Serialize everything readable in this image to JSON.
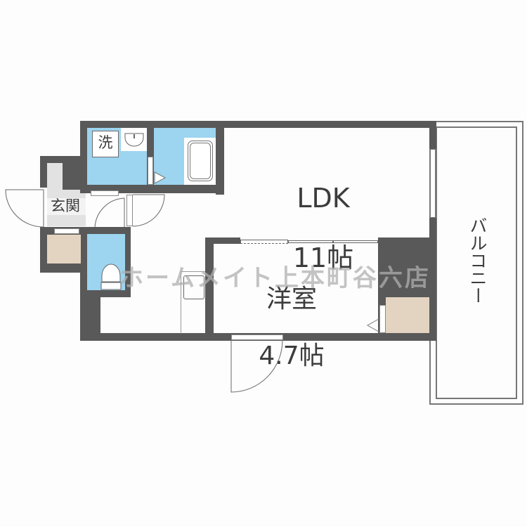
{
  "floorplan": {
    "rooms": {
      "ldk": {
        "name": "LDK",
        "size": "11帖"
      },
      "western_room": {
        "name": "洋室",
        "size": "4.7帖"
      },
      "entrance": {
        "name": "玄関"
      },
      "washroom": {
        "name": "洗"
      },
      "balcony": {
        "name": "バルコニー"
      }
    },
    "watermark": "ホームメイト上本町谷六店",
    "colors": {
      "wall": "#595959",
      "wet_area": "#9dd4ef",
      "closet": "#e3d4c1",
      "entrance_floor": "#e2e2e2"
    }
  }
}
